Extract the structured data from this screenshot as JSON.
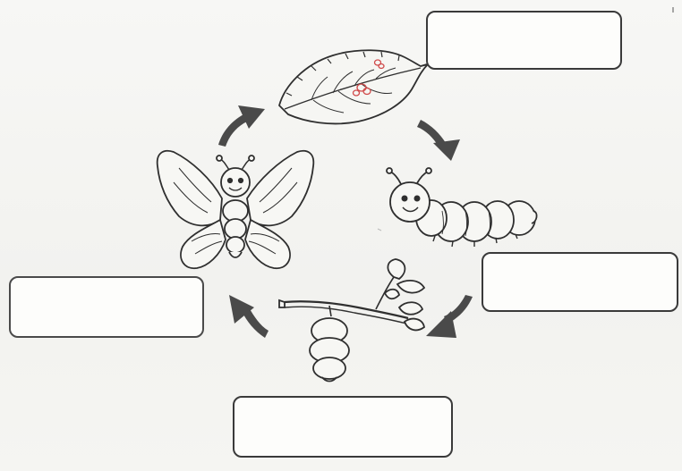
{
  "worksheet": {
    "stages": [
      {
        "id": "egg-on-leaf",
        "answer": ""
      },
      {
        "id": "caterpillar",
        "answer": ""
      },
      {
        "id": "pupa",
        "answer": ""
      },
      {
        "id": "butterfly",
        "answer": ""
      }
    ],
    "colors": {
      "ink": "#2f2f2f",
      "arrow": "#4a4a4a",
      "paper": "#f4f4f2",
      "eggs": "#d04a4a"
    }
  }
}
